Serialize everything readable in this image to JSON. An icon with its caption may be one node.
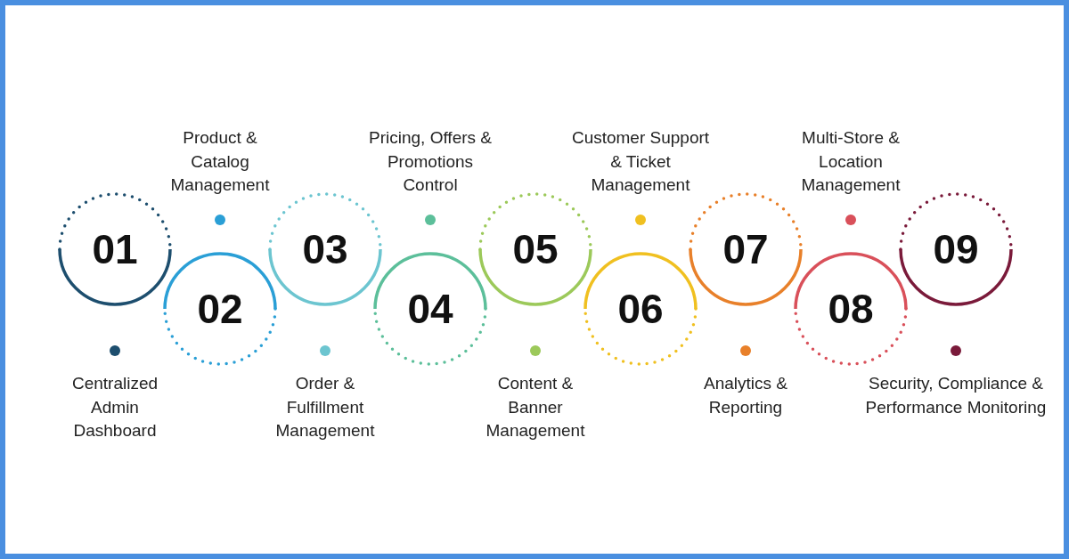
{
  "diagram": {
    "nodes": [
      {
        "text": [
          "01",
          "Centralized Admin Dashboard"
        ]
      },
      {
        "text": [
          "Product & Catalog Management",
          "02"
        ]
      },
      {
        "text": [
          "03",
          "Order & Fulfillment Management"
        ]
      },
      {
        "text": [
          "Pricing, Offers & Promotions Control",
          "04"
        ]
      },
      {
        "text": [
          "05",
          "Content & Banner Management"
        ]
      },
      {
        "text": [
          "Customer Support & Ticket Management",
          "06"
        ]
      },
      {
        "text": [
          "07",
          "Analytics & Reporting"
        ]
      },
      {
        "text": [
          "Multi-Store & Location Management",
          "08"
        ]
      },
      {
        "text": [
          "09",
          "Security, Compliance & Performance Monitoring"
        ]
      }
    ],
    "edges": []
  }
}
